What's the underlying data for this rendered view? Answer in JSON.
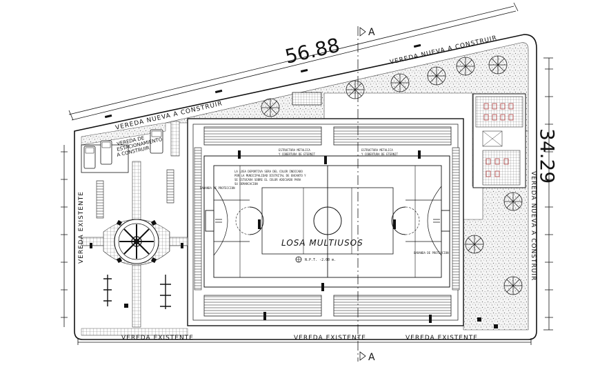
{
  "dimensions": {
    "top": "56.88",
    "right": "34.29"
  },
  "section_marker": {
    "top": "A",
    "bottom": "A"
  },
  "sidewalk_labels": {
    "top_new_1": "VEREDA NUEVA A CONSTRUIR",
    "top_new_2": "VEREDA NUEVA A CONSTRUIR",
    "right_new": "VEREDA NUEVA A CONSTRUIR",
    "left_existing": "VEREDA EXISTENTE",
    "bottom_existing_1": "VEREDA EXISTENTE",
    "bottom_existing_2": "VEREDA EXISTENTE",
    "bottom_existing_3": "VEREDA EXISTENTE"
  },
  "parking_label_lines": [
    "VEREDA DE",
    "ESTACIONAMIENTO",
    "A CONSTRUIR"
  ],
  "court_label": "LOSA MULTIUSOS",
  "level_label": "N.P.T. -2.00 m."
}
